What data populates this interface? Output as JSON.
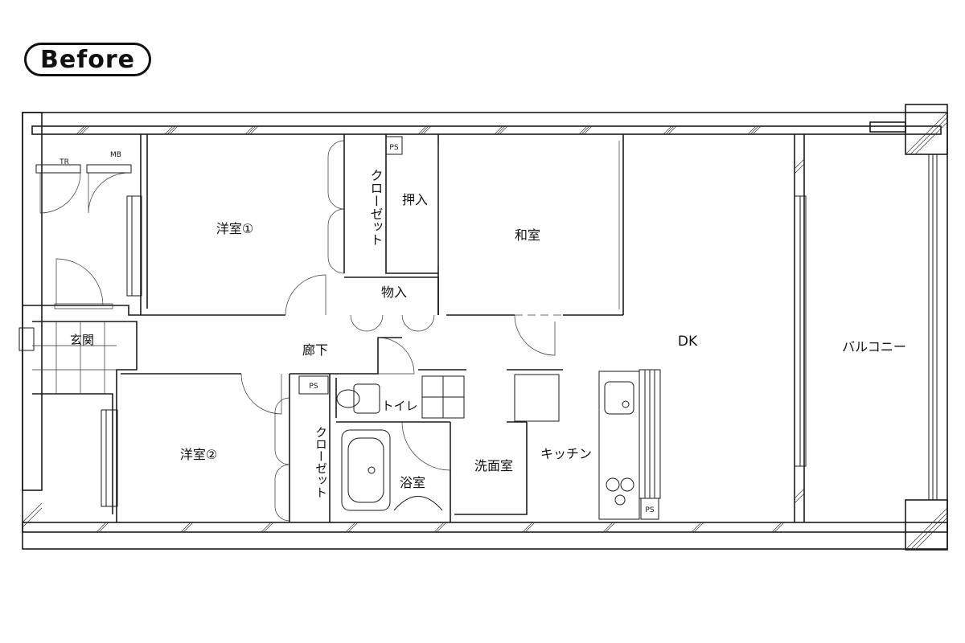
{
  "badge": {
    "label": "Before"
  },
  "rooms": {
    "yoshitsu1": "洋室①",
    "closet1": "クローゼット",
    "oshiire": "押入",
    "washitsu": "和室",
    "monoire": "物入",
    "genkan": "玄関",
    "rouka": "廊下",
    "dk": "DK",
    "balcony": "バルコニー",
    "yoshitsu2": "洋室②",
    "closet2": "クローゼット",
    "toilet": "トイレ",
    "kitchen": "キッチン",
    "senmenshitsu": "洗面室",
    "yokushitsu": "浴室"
  },
  "tags": {
    "tr": "TR",
    "mb": "MB",
    "ps_top": "PS",
    "ps_mid": "PS",
    "ps_kitchen": "PS"
  }
}
